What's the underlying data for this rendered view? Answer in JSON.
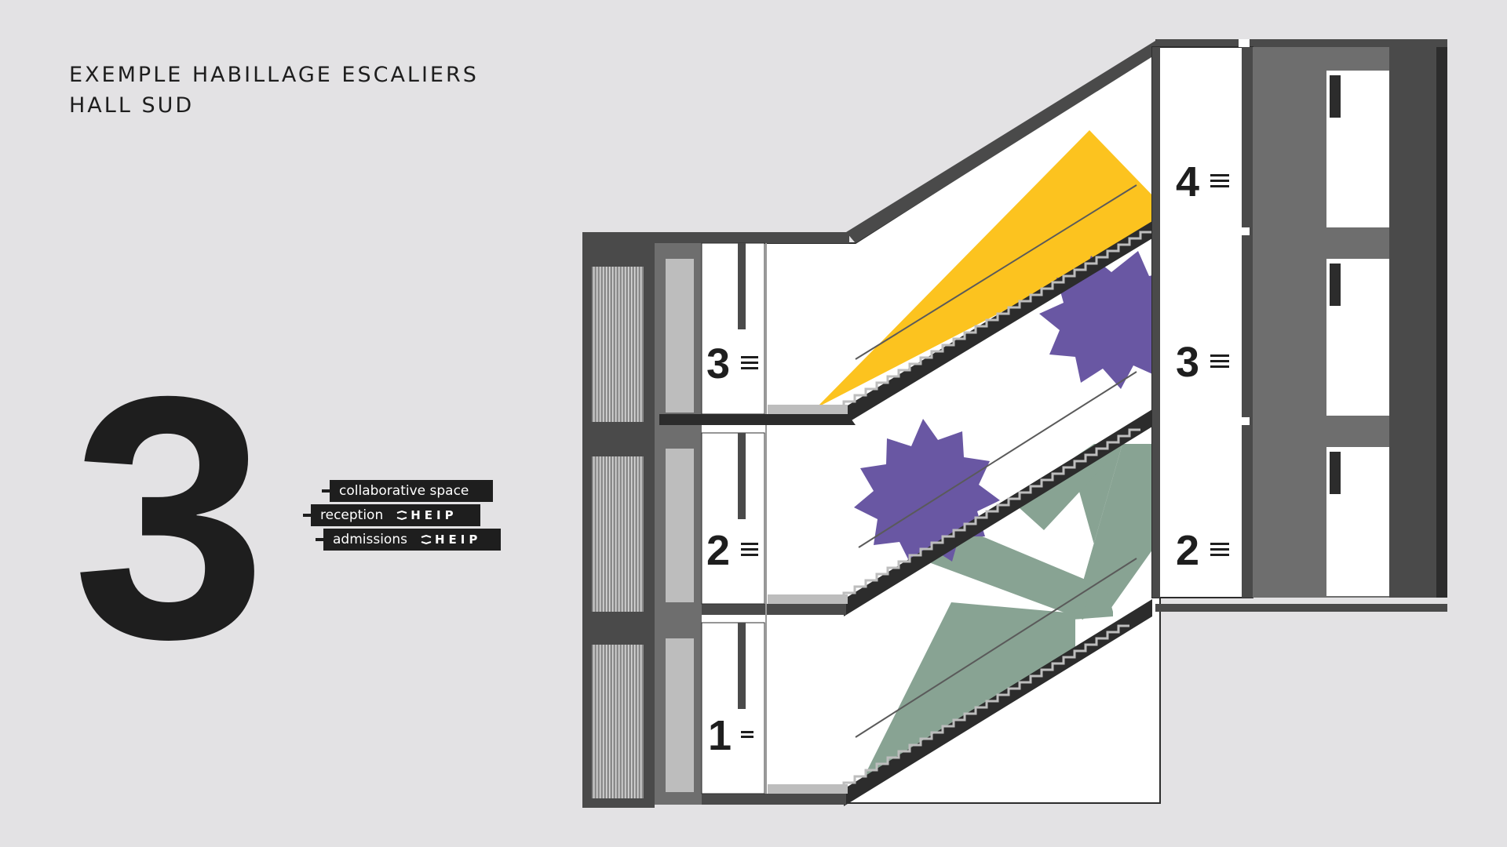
{
  "header": {
    "line1": "EXEMPLE HABILLAGE ESCALIERS",
    "line2": "HALL SUD"
  },
  "floor_label": {
    "number": "3"
  },
  "legend": {
    "items": [
      {
        "text": "collaborative space",
        "logo": ""
      },
      {
        "text": "reception",
        "logo": "HEIP"
      },
      {
        "text": "admissions",
        "logo": "HEIP"
      }
    ]
  },
  "diagram": {
    "left_floor_numbers": [
      "3",
      "2",
      "1"
    ],
    "right_floor_numbers": [
      "4",
      "3",
      "2"
    ],
    "colors": {
      "yellow": "#fcc31f",
      "purple": "#6957a3",
      "green": "#88a393",
      "wall": "#4a4a4a",
      "dark": "#2c2c2c",
      "mid": "#6e6e6e",
      "light": "#bdbdbd",
      "white": "#ffffff"
    }
  }
}
